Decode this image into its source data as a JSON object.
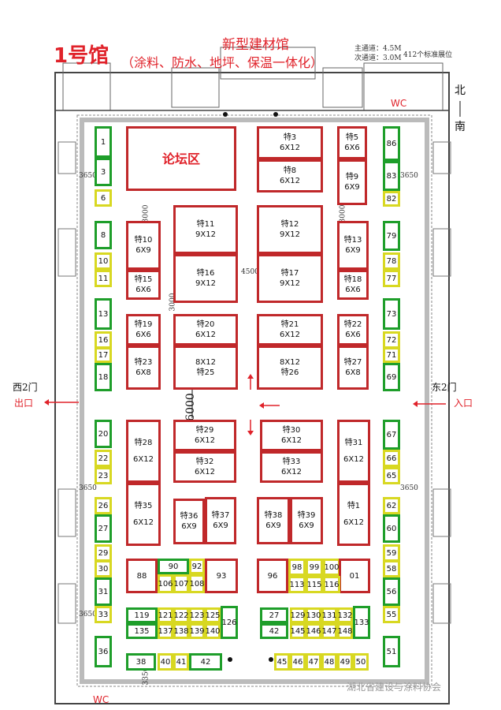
{
  "header": {
    "hall_name": "1号馆",
    "hall_type": "新型建材馆",
    "categories": "（涂料、防水、地坪、保温一体化）",
    "aisle_main": "主通道：4.5M",
    "aisle_sub": "次通道：3.0M",
    "booth_count": "412个标准展位"
  },
  "compass": {
    "north": "北",
    "arrow": "↑",
    "south": "南"
  },
  "entrances": {
    "west_gate": "西2门",
    "west_label": "出口",
    "east_gate": "东2门",
    "east_label": "入口"
  },
  "restroom": "WC",
  "watermark": "湖北省建设与涂料协会",
  "dimensions": {
    "d3650": "3650",
    "d3000": "3000",
    "d4500": "4500",
    "d6000": "6000",
    "d3350": "3350"
  },
  "colors": {
    "special": "#c0282a",
    "green": "#1e9e2a",
    "yellow": "#d8d822"
  },
  "booths": {
    "forum": {
      "label": "论坛区"
    },
    "t3": {
      "name": "特3",
      "size": "6X12"
    },
    "t8": {
      "name": "特8",
      "size": "6X12"
    },
    "t5": {
      "name": "特5",
      "size": "6X6"
    },
    "t9": {
      "name": "特9",
      "size": "6X9"
    },
    "t10": {
      "name": "特10",
      "size": "6X9"
    },
    "t11": {
      "name": "特11",
      "size": "9X12"
    },
    "t12": {
      "name": "特12",
      "size": "9X12"
    },
    "t13": {
      "name": "特13",
      "size": "6X9"
    },
    "t15": {
      "name": "特15",
      "size": "6X6"
    },
    "t16": {
      "name": "特16",
      "size": "9X12"
    },
    "t17": {
      "name": "特17",
      "size": "9X12"
    },
    "t18": {
      "name": "特18",
      "size": "6X6"
    },
    "t19": {
      "name": "特19",
      "size": "6X6"
    },
    "t20": {
      "name": "特20",
      "size": "6X12"
    },
    "t21": {
      "name": "特21",
      "size": "6X12"
    },
    "t22": {
      "name": "特22",
      "size": "6X6"
    },
    "t23": {
      "name": "特23",
      "size": "6X8"
    },
    "t25": {
      "name": "特25",
      "size": "8X12"
    },
    "t26": {
      "name": "特26",
      "size": "8X12"
    },
    "t27": {
      "name": "特27",
      "size": "6X8"
    },
    "t28": {
      "name": "特28",
      "size": "6X12"
    },
    "t29": {
      "name": "特29",
      "size": "6X12"
    },
    "t30": {
      "name": "特30",
      "size": "6X12"
    },
    "t31": {
      "name": "特31",
      "size": "6X12"
    },
    "t32": {
      "name": "特32",
      "size": "6X12"
    },
    "t33": {
      "name": "特33",
      "size": "6X12"
    },
    "t35": {
      "name": "特35",
      "size": "6X12"
    },
    "t36": {
      "name": "特36",
      "size": "6X9"
    },
    "t37": {
      "name": "特37",
      "size": "6X9"
    },
    "t38": {
      "name": "特38",
      "size": "6X9"
    },
    "t39": {
      "name": "特39",
      "size": "6X9"
    },
    "t1": {
      "name": "特1",
      "size": "6X12"
    }
  },
  "std": {
    "s1": "1",
    "s3": "3",
    "s6": "6",
    "s8": "8",
    "s10": "10",
    "s11": "11",
    "s13": "13",
    "s16": "16",
    "s17": "17",
    "s18": "18",
    "s20": "20",
    "s22": "22",
    "s23": "23",
    "s26": "26",
    "s27": "27",
    "s29": "29",
    "s30": "30",
    "s31": "31",
    "s33": "33",
    "s36": "36",
    "s86": "86",
    "s83": "83",
    "s82": "82",
    "s79": "79",
    "s78": "78",
    "s77": "77",
    "s73": "73",
    "s72": "72",
    "s71": "71",
    "s69": "69",
    "s67": "67",
    "s66": "66",
    "s65": "65",
    "s62": "62",
    "s60": "60",
    "s59": "59",
    "s58": "58",
    "s56": "56",
    "s55": "55",
    "s51": "51",
    "s88": "88",
    "s90": "90",
    "s92": "92",
    "s93": "93",
    "s106": "106",
    "s107": "107",
    "s108": "108",
    "s96": "96",
    "s98": "98",
    "s99": "99",
    "s100": "100",
    "s101": "01",
    "s113": "113",
    "s115": "115",
    "s116": "116",
    "s119": "119",
    "s121": "121",
    "s122": "122",
    "s123": "123",
    "s125": "125",
    "s126": "126",
    "s135": "135",
    "s137": "137",
    "s138": "138",
    "s139": "139",
    "s140": "140",
    "s27b": "27",
    "s129": "129",
    "s130": "130",
    "s131": "131",
    "s132": "132",
    "s133": "133",
    "s42": "42",
    "s145": "145",
    "s146": "146",
    "s147": "147",
    "s148": "148",
    "s38": "38",
    "s40": "40",
    "s41": "41",
    "s42b": "42",
    "s45": "45",
    "s46": "46",
    "s47": "47",
    "s48": "48",
    "s49": "49",
    "s50": "50"
  }
}
